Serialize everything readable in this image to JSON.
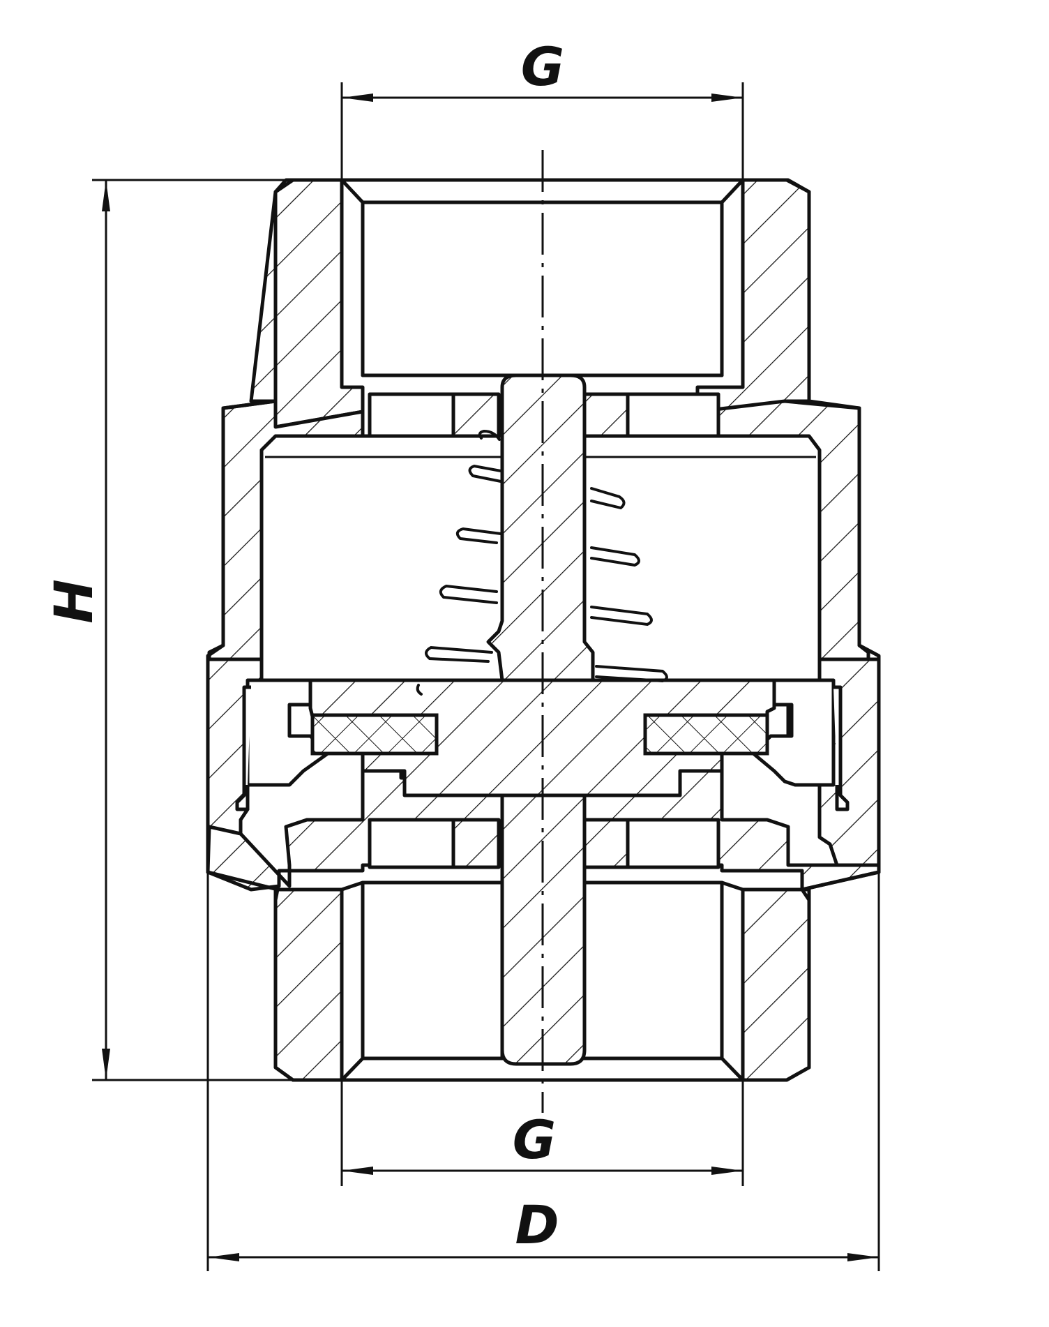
{
  "diagram": {
    "dimensions": {
      "top_thread": "G",
      "bottom_thread": "G",
      "height": "H",
      "diameter": "D"
    },
    "colors": {
      "line": "#111111",
      "background": "#ffffff"
    }
  }
}
